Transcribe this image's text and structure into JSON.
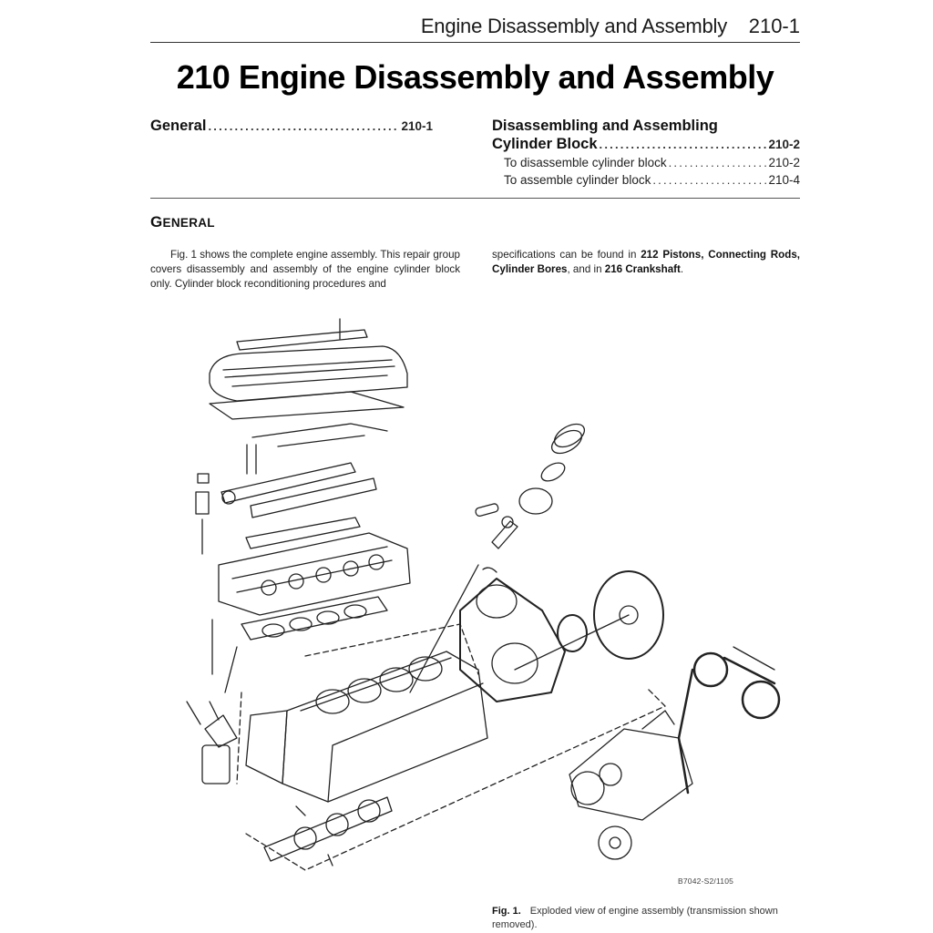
{
  "running_head": {
    "title": "Engine Disassembly and Assembly",
    "page": "210-1"
  },
  "chapter_title": "210 Engine Disassembly and Assembly",
  "toc": {
    "left": [
      {
        "label": "General",
        "dots": "..............................................",
        "page": "210-1"
      }
    ],
    "right": {
      "heading_line1": "Disassembling and Assembling",
      "heading_line2": "Cylinder Block",
      "heading_page": "210-2",
      "dots": "..............................................",
      "items": [
        {
          "label": "To disassemble cylinder block",
          "page": "210-2"
        },
        {
          "label": "To assemble cylinder block",
          "page": "210-4"
        }
      ]
    }
  },
  "section": {
    "head_first": "G",
    "head_rest": "ENERAL"
  },
  "body": {
    "left_paragraph": "Fig. 1 shows the complete engine assembly. This repair group covers disassembly and assembly of the engine cylinder block only. Cylinder block reconditioning procedures and",
    "right_prefix": "specifications can be found in ",
    "right_ref1": "212 Pistons, Connecting Rods, Cylinder Bores",
    "right_mid": ", and in ",
    "right_ref2": "216 Crankshaft",
    "right_suffix": "."
  },
  "figure": {
    "code": "B7042-S2/1105",
    "caption_number": "Fig. 1.",
    "caption_text": "Exploded view of engine assembly (transmission shown removed).",
    "icons": [
      "engine-exploded-view-illustration"
    ]
  }
}
